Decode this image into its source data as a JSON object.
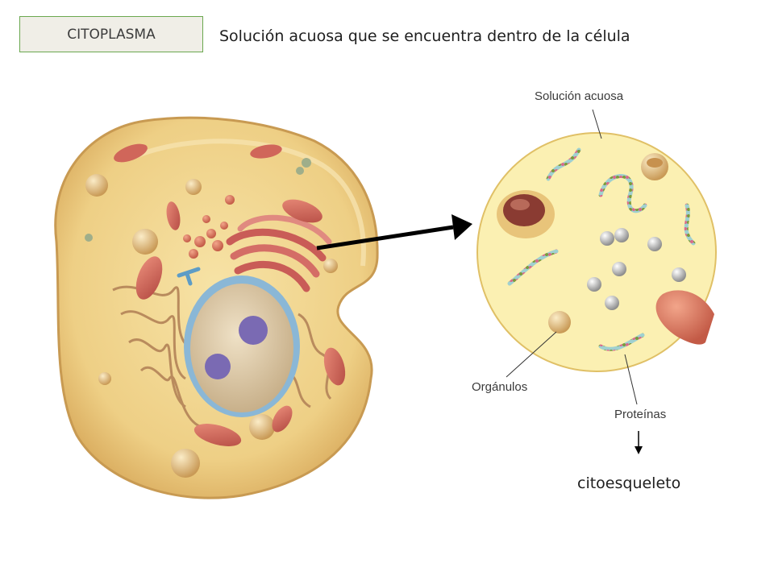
{
  "header": {
    "title_box": "CITOPLASMA",
    "subtitle": "Solución acuosa que se encuentra dentro de la célula"
  },
  "labels": {
    "solucion_acuosa": "Solución acuosa",
    "organulos": "Orgánulos",
    "proteinas": "Proteínas",
    "citoesqueleto": "citoesqueleto"
  },
  "colors": {
    "cell_cytoplasm": "#f0d48a",
    "cell_membrane": "#d7a85c",
    "nucleus": "#d9c7a8",
    "nuclear_envelope": "#8ab7d6",
    "chromatin": "#7a6ab3",
    "mitochondria": "#c8605a",
    "golgi": "#c95c57",
    "zoom_circle_fill": "#fbf0b2",
    "zoom_circle_stroke": "#e0c066",
    "arrow": "#000000"
  }
}
